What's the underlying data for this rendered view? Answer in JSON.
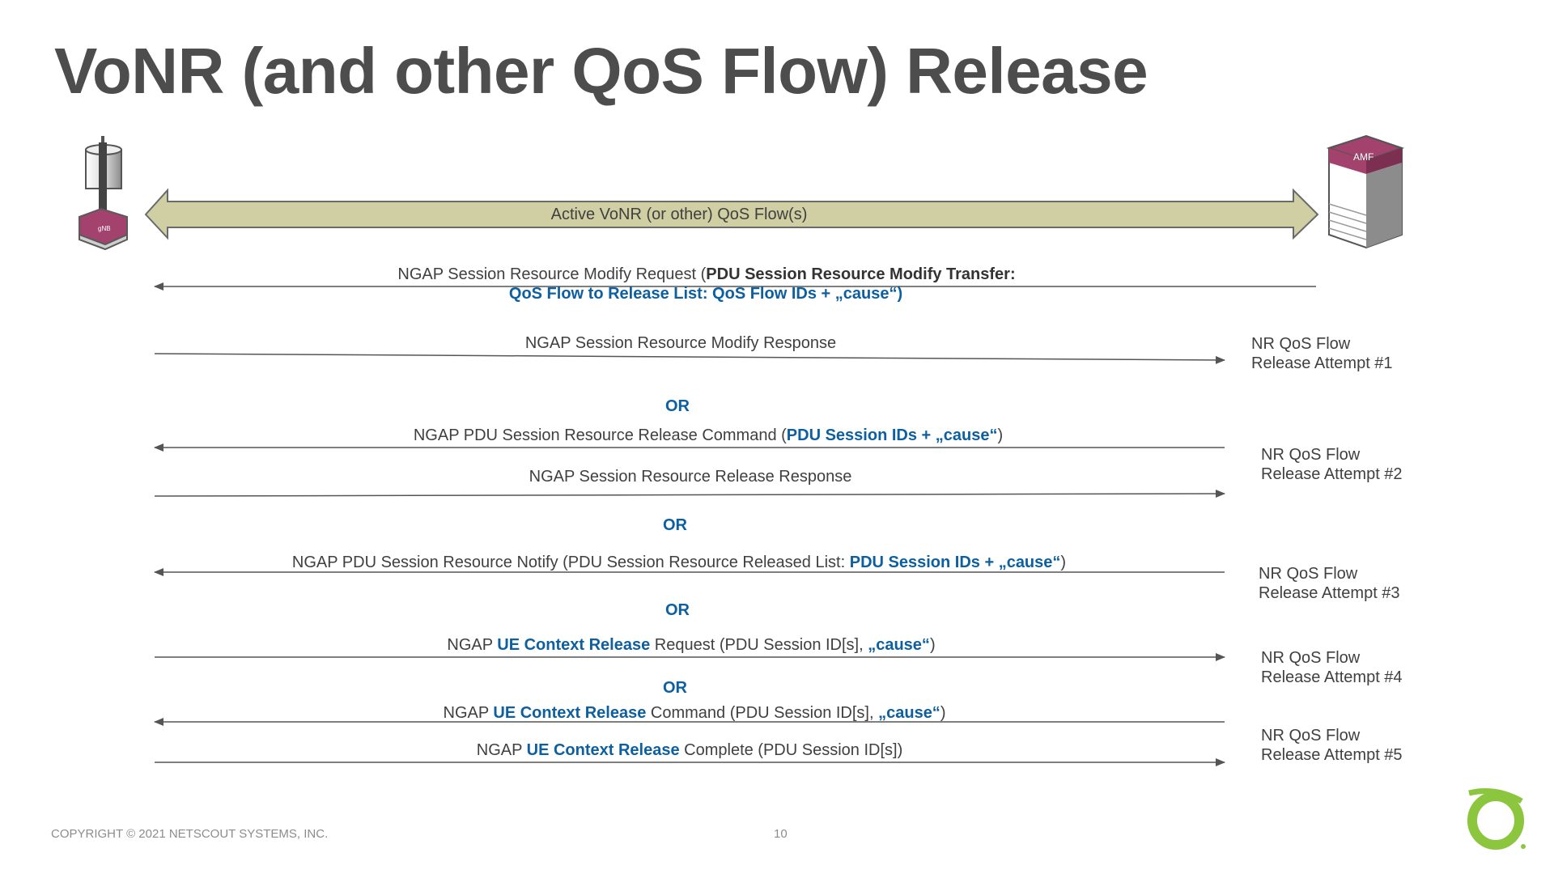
{
  "title": "VoNR (and other QoS Flow) Release",
  "nodes": {
    "gnb": "gNB",
    "amf": "AMF"
  },
  "active_flow": "Active VoNR (or other) QoS Flow(s)",
  "messages": {
    "m1": {
      "a": "NGAP Session Resource Modify Request (",
      "b": "PDU Session Resource Modify Transfer:",
      "c": "QoS Flow to Release List: QoS Flow IDs + „cause“)"
    },
    "m2": {
      "a": "NGAP Session Resource Modify Response"
    },
    "m3": {
      "a": "NGAP PDU Session Resource Release Command (",
      "b": "PDU Session IDs + „cause“",
      "c": ")"
    },
    "m4": {
      "a": "NGAP Session Resource Release Response"
    },
    "m5": {
      "a": "NGAP PDU Session Resource Notify (PDU Session Resource Released List: ",
      "b": "PDU Session IDs + „cause“",
      "c": ")"
    },
    "m6": {
      "a": "NGAP ",
      "b": "UE Context Release",
      "c": " Request (PDU Session ID[s], ",
      "d": "„cause“",
      "e": ")"
    },
    "m7": {
      "a": "NGAP ",
      "b": "UE Context Release",
      "c": " Command (PDU Session ID[s], ",
      "d": "„cause“",
      "e": ")"
    },
    "m8": {
      "a": "NGAP ",
      "b": "UE Context Release",
      "c": " Complete (PDU Session ID[s])"
    }
  },
  "or_label": "OR",
  "attempts": [
    {
      "line1": "NR QoS Flow",
      "line2": "Release Attempt #1"
    },
    {
      "line1": "NR QoS Flow",
      "line2": "Release Attempt #2"
    },
    {
      "line1": "NR QoS Flow",
      "line2": "Release Attempt #3"
    },
    {
      "line1": "NR QoS Flow",
      "line2": "Release Attempt #4"
    },
    {
      "line1": "NR QoS Flow",
      "line2": "Release Attempt #5"
    }
  ],
  "footer": {
    "copyright": "COPYRIGHT © 2021 NETSCOUT SYSTEMS, INC.",
    "page_number": "10"
  },
  "colors": {
    "accent_blue": "#0d5fa0",
    "node_magenta": "#a3426c",
    "flow_band": "#cfcfa3",
    "brand_green": "#8cc63f"
  }
}
